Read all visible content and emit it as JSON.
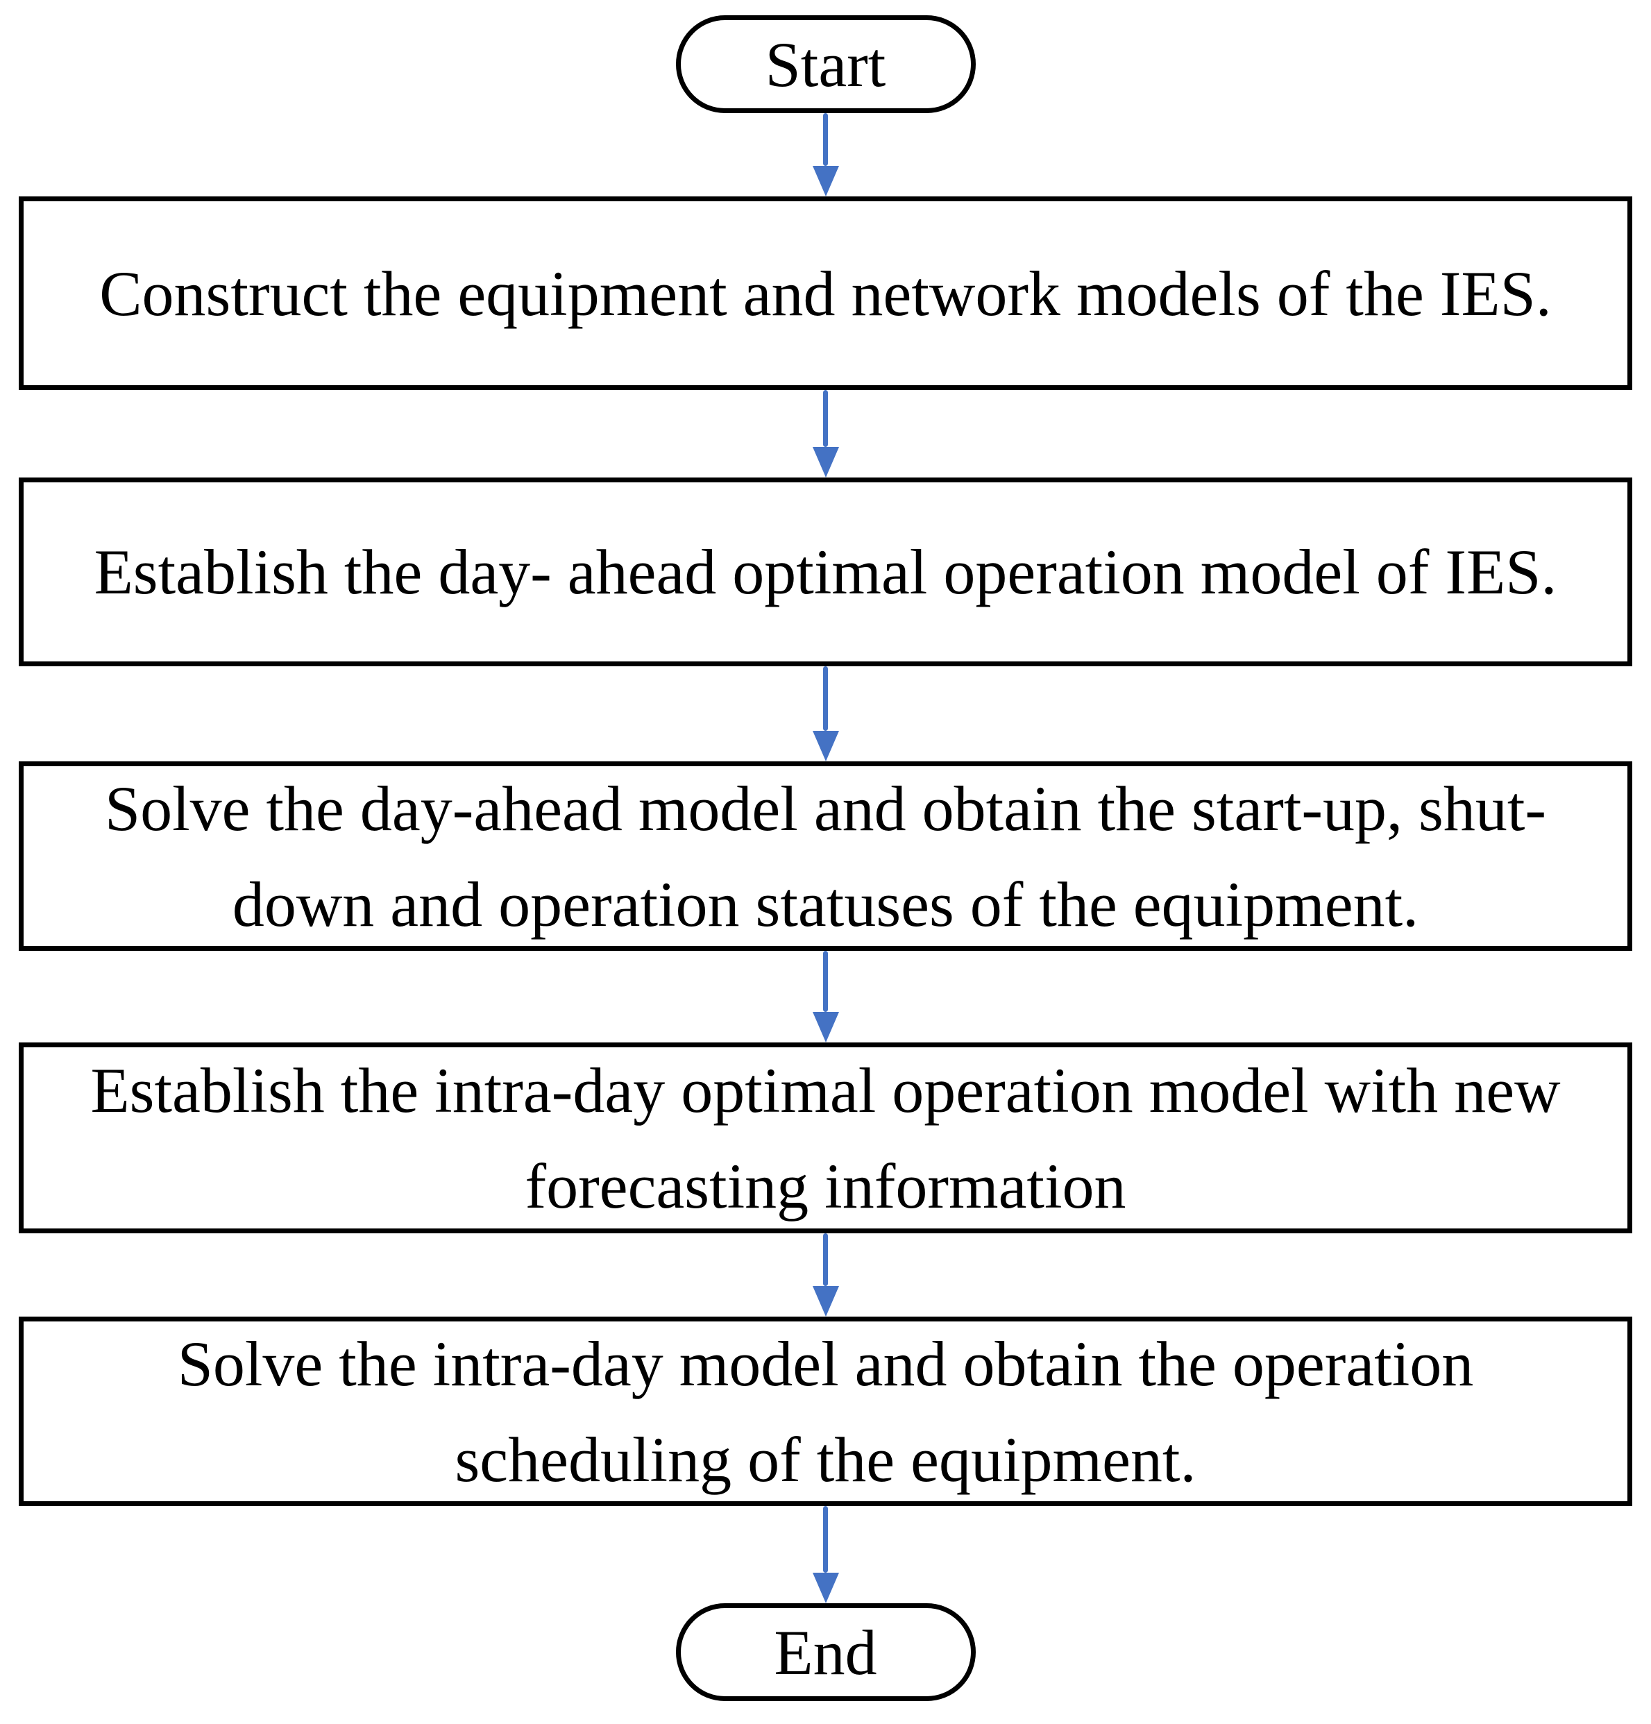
{
  "diagram": {
    "type": "flowchart",
    "direction": "top-down",
    "background_color": "#FFFFFF",
    "shape_border_color": "#000000",
    "text_color": "#000000",
    "arrow_color": "#4472C4",
    "nodes": [
      {
        "id": "start",
        "shape": "terminator",
        "label": "Start",
        "lines": [
          "Start"
        ]
      },
      {
        "id": "step-1",
        "shape": "process",
        "label": "Construct the equipment and network models of the IES.",
        "lines": [
          "Construct the equipment and network models of the IES."
        ]
      },
      {
        "id": "step-2",
        "shape": "process",
        "label": "Establish the day- ahead optimal operation model of IES.",
        "lines": [
          "Establish the day- ahead optimal operation model of IES."
        ]
      },
      {
        "id": "step-3",
        "shape": "process",
        "label": "Solve the day-ahead model and obtain the start-up, shut-down and operation statuses of the equipment.",
        "lines": [
          "Solve the day-ahead model and obtain the start-up, shut-",
          "down and operation statuses of the equipment."
        ]
      },
      {
        "id": "step-4",
        "shape": "process",
        "label": "Establish the intra-day optimal operation model with new forecasting information",
        "lines": [
          "Establish the intra-day optimal operation model with new",
          "forecasting information"
        ]
      },
      {
        "id": "step-5",
        "shape": "process",
        "label": "Solve the intra-day model and obtain the operation scheduling of the equipment.",
        "lines": [
          "Solve the intra-day model and obtain the operation",
          "scheduling of the equipment."
        ]
      },
      {
        "id": "end",
        "shape": "terminator",
        "label": "End",
        "lines": [
          "End"
        ]
      }
    ],
    "edges": [
      {
        "from": "start",
        "to": "step-1"
      },
      {
        "from": "step-1",
        "to": "step-2"
      },
      {
        "from": "step-2",
        "to": "step-3"
      },
      {
        "from": "step-3",
        "to": "step-4"
      },
      {
        "from": "step-4",
        "to": "step-5"
      },
      {
        "from": "step-5",
        "to": "end"
      }
    ]
  }
}
